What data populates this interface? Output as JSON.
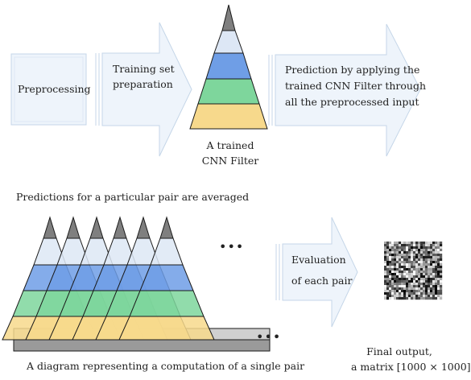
{
  "top_row": {
    "preprocessing": "Preprocessing",
    "training": [
      "Training set",
      "preparation"
    ],
    "cnn_caption": [
      "A trained",
      "CNN Filter"
    ],
    "prediction": [
      "Prediction by applying the",
      "trained CNN Filter through",
      "all the preprocessed input"
    ]
  },
  "bottom_row": {
    "averaged_caption": "Predictions for a particular pair are averaged",
    "ellipsis_top": "•••",
    "ellipsis_bottom": "•••",
    "evaluation": [
      "Evaluation",
      "of each pair"
    ],
    "diagram_caption": "A diagram representing a computation of a single pair",
    "final_output": [
      "Final output,",
      "a matrix [1000 × 1000]"
    ]
  },
  "colors": {
    "arrow_fill": "#eef4fb",
    "arrow_stroke": "#c5d6e8",
    "layer_top": "#7f7f7f",
    "layer_1": "#dde7f5",
    "layer_2": "#6f9ee6",
    "layer_3": "#7ed69c",
    "layer_4": "#f7d98c",
    "base": "#c9c9c9"
  }
}
